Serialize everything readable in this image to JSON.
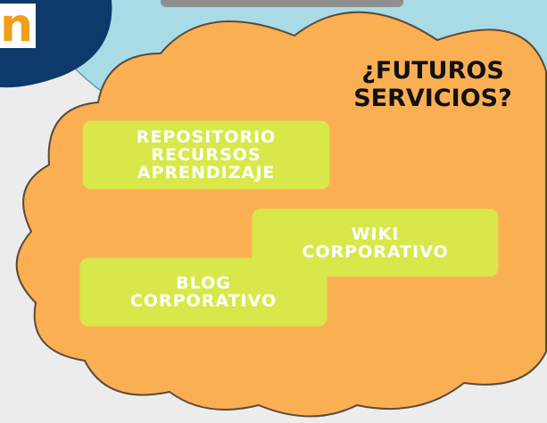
{
  "logo": {
    "letter": "n",
    "name": "partial-logo-icon"
  },
  "cloud": {
    "title_line1": "¿FUTUROS",
    "title_line2": "SERVICIOS?"
  },
  "nodes": {
    "repositorio": [
      "REPOSITORIO",
      "RECURSOS",
      "APRENDIZAJE"
    ],
    "wiki": [
      "WIKI",
      "CORPORATIVO"
    ],
    "blog": [
      "BLOG",
      "CORPORATIVO"
    ]
  },
  "colors": {
    "cloud_fill": "#fbaf53",
    "cloud_stroke": "#5a4a3a",
    "node_fill": "#d8e84a",
    "node_text": "#ffffff",
    "title_text": "#111111",
    "circle_fill": "#a9dbe6",
    "dark_blue": "#0d3a6b"
  }
}
